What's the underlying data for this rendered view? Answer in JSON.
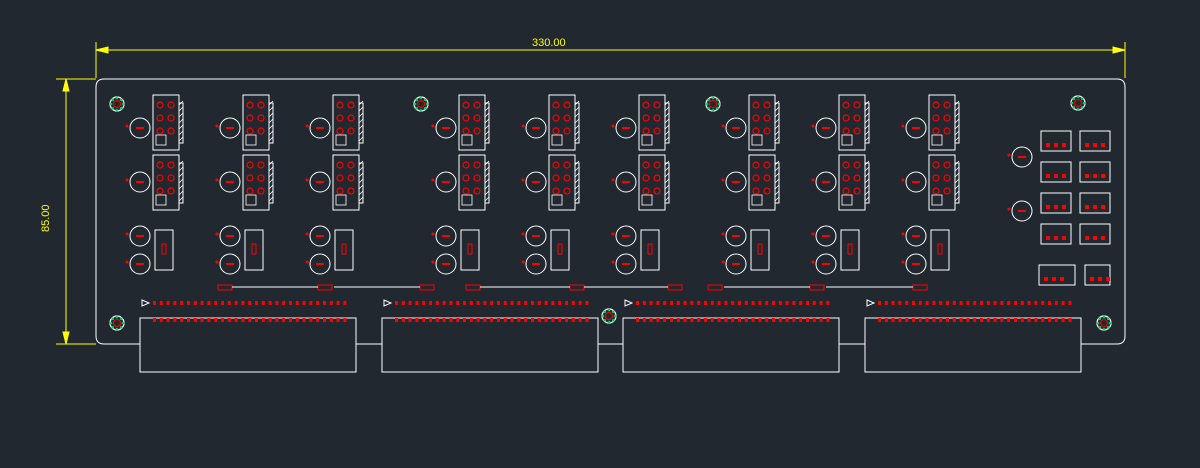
{
  "dimensions": {
    "width_label": "330.00",
    "height_label": "85.00"
  },
  "colors": {
    "background": "#212830",
    "outline": "#ffffff",
    "dimension": "#ffff00",
    "pad": "#ff0000",
    "via_ring": "#00cc66",
    "mount_ring": "#ffffff"
  },
  "counts": {
    "channel_groups": 3,
    "channels_per_group": 3,
    "side_connectors": 8,
    "edge_connectors": 4
  }
}
